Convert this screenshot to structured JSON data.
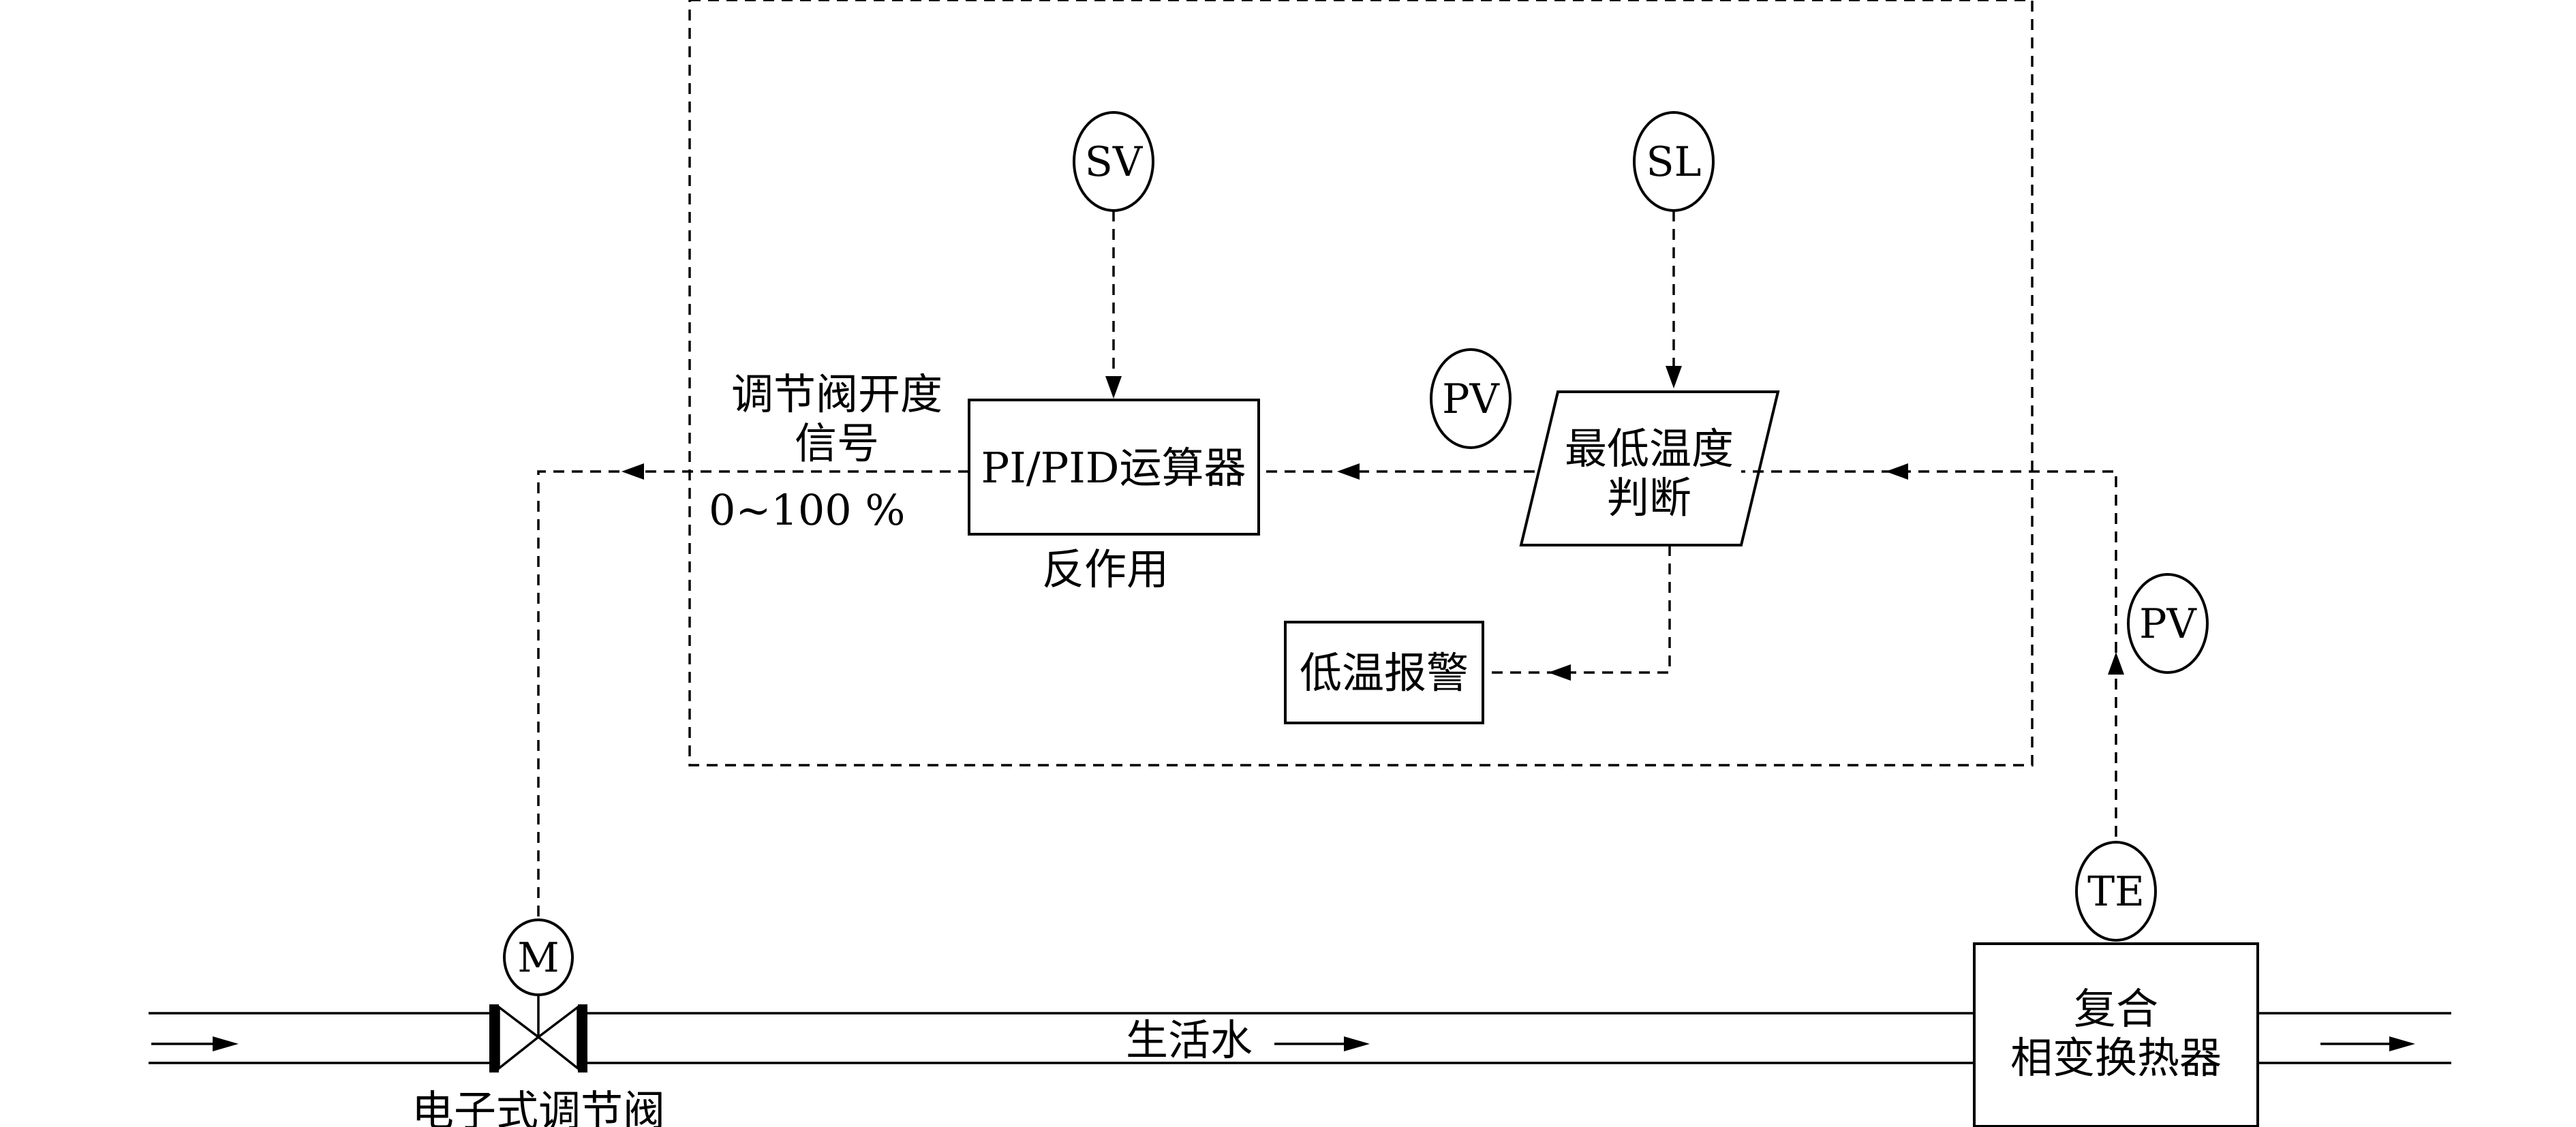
{
  "blocks": {
    "pid": "PI/PID运算器",
    "pid_mode": "反作用",
    "min_temp_line1": "最低温度",
    "min_temp_line2": "判断",
    "alarm": "低温报警",
    "exchanger_line1": "复合",
    "exchanger_line2": "相变换热器"
  },
  "instruments": {
    "sv": "SV",
    "sl": "SL",
    "pv_left": "PV",
    "pv_right": "PV",
    "te": "TE",
    "motor": "M"
  },
  "signal": {
    "line1": "调节阀开度",
    "line2": "信号",
    "range": "0~100 %"
  },
  "pipe": {
    "medium": "生活水",
    "valve_label": "电子式调节阀"
  }
}
